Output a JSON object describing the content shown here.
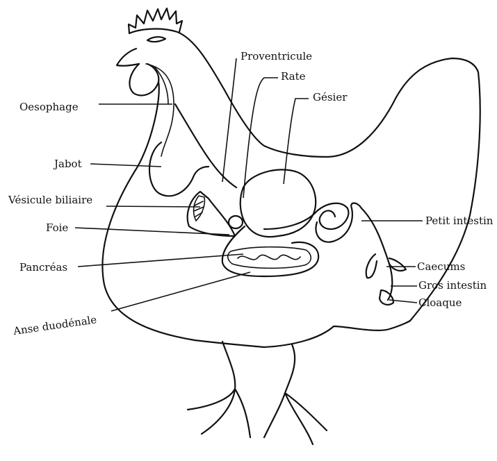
{
  "diagram": {
    "labels": {
      "oesophage": "Oesophage",
      "jabot": "Jabot",
      "vesicule": "Vésicule biliaire",
      "foie": "Foie",
      "pancreas": "Pancréas",
      "anse": "Anse duodénale",
      "proventricule": "Proventricule",
      "rate": "Rate",
      "gesier": "Gésier",
      "petit_intestin": "Petit intestin",
      "caecums": "Caecums",
      "gros_intestin": "Gros intestin",
      "cloaque": "Cloaque"
    }
  }
}
